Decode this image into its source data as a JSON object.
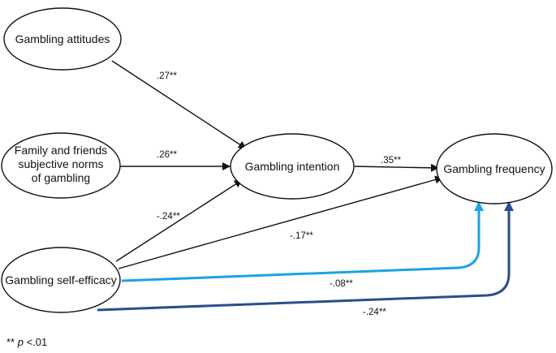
{
  "colors": {
    "line": "#111111",
    "light_blue": "#1aa3e8",
    "dark_blue": "#2b4d8e"
  },
  "nodes": {
    "attitudes": {
      "lines": [
        "Gambling attitudes"
      ]
    },
    "norms": {
      "lines": [
        "Family and friends",
        "subjective norms",
        "of gambling"
      ]
    },
    "self_efficacy": {
      "lines": [
        "Gambling self-efficacy"
      ]
    },
    "intention": {
      "lines": [
        "Gambling intention"
      ]
    },
    "frequency": {
      "lines": [
        "Gambling frequency"
      ]
    }
  },
  "paths": {
    "attitudes_intention": ".27**",
    "norms_intention": ".26**",
    "efficacy_intention": "-.24**",
    "intention_frequency": ".35**",
    "efficacy_frequency": "-.17**",
    "efficacy_frequency_light": "-.08**",
    "efficacy_frequency_dark": "-.24**"
  },
  "footnote": {
    "stars": "**",
    "p": "p",
    "rest": " <.01"
  }
}
